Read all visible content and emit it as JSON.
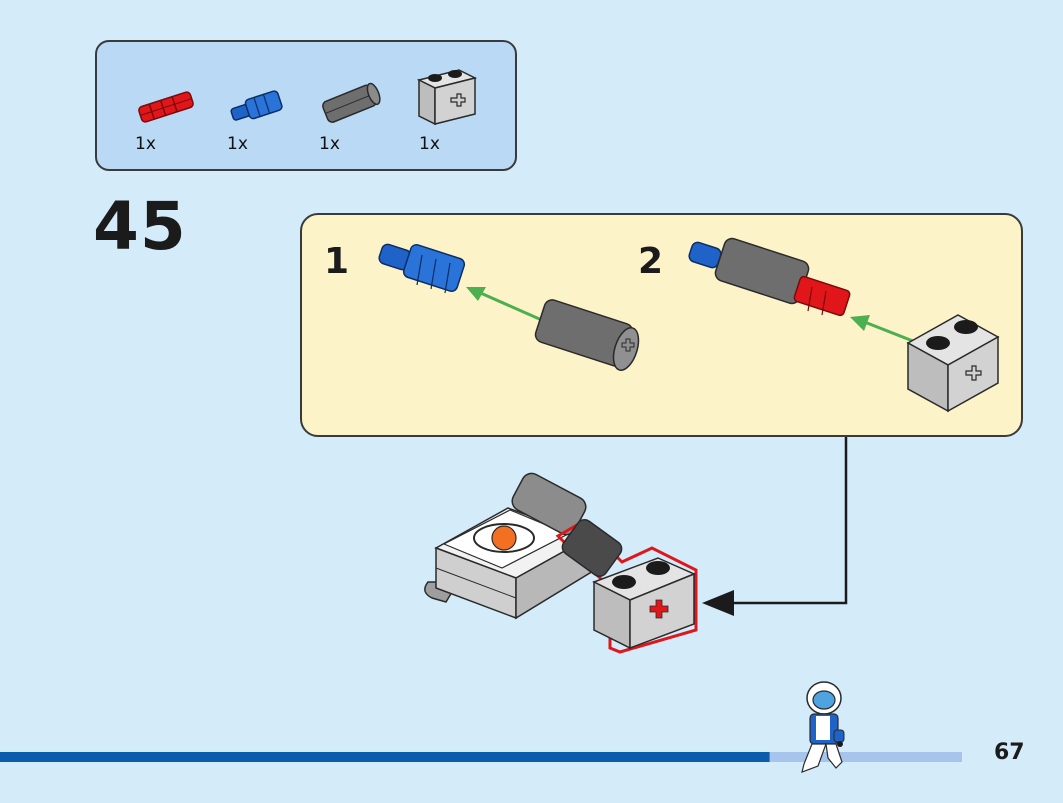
{
  "step": {
    "number": "45"
  },
  "parts": [
    {
      "qty": "1x",
      "icon": "red-axle-connector-icon"
    },
    {
      "qty": "1x",
      "icon": "blue-pin-icon"
    },
    {
      "qty": "1x",
      "icon": "gray-axle-connector-icon"
    },
    {
      "qty": "1x",
      "icon": "gray-technic-brick-icon"
    }
  ],
  "substeps": [
    {
      "number": "1"
    },
    {
      "number": "2"
    }
  ],
  "page": {
    "number": "67"
  },
  "progress": {
    "fraction": 0.8
  },
  "colors": {
    "background": "#d4ebfa",
    "parts_box": "#b9d9f5",
    "substep_box": "#fdf3c9",
    "arrow": "#4caf50",
    "highlight": "#e0161a",
    "progress": "#0b5cad"
  }
}
